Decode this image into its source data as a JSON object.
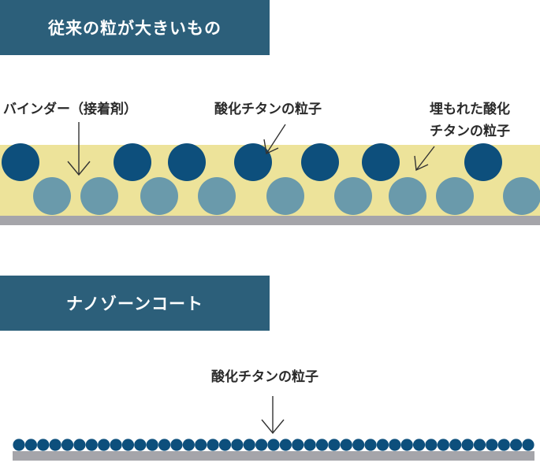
{
  "sections": {
    "conventional": {
      "title": "従来の粒が大きいもの",
      "label_binder": "バインダー（接着剤）",
      "label_particle": "酸化チタンの粒子",
      "label_buried_line1": "埋もれた酸化",
      "label_buried_line2": "チタンの粒子"
    },
    "nano": {
      "title": "ナノゾーンコート",
      "label_particle": "酸化チタンの粒子"
    }
  },
  "colors": {
    "header_bg": "#2c5f7a",
    "binder": "#ede39a",
    "substrate": "#a5a5aa",
    "particle_dark": "#0d4f7c",
    "particle_light": "#6a9aab",
    "arrow": "#333333"
  }
}
